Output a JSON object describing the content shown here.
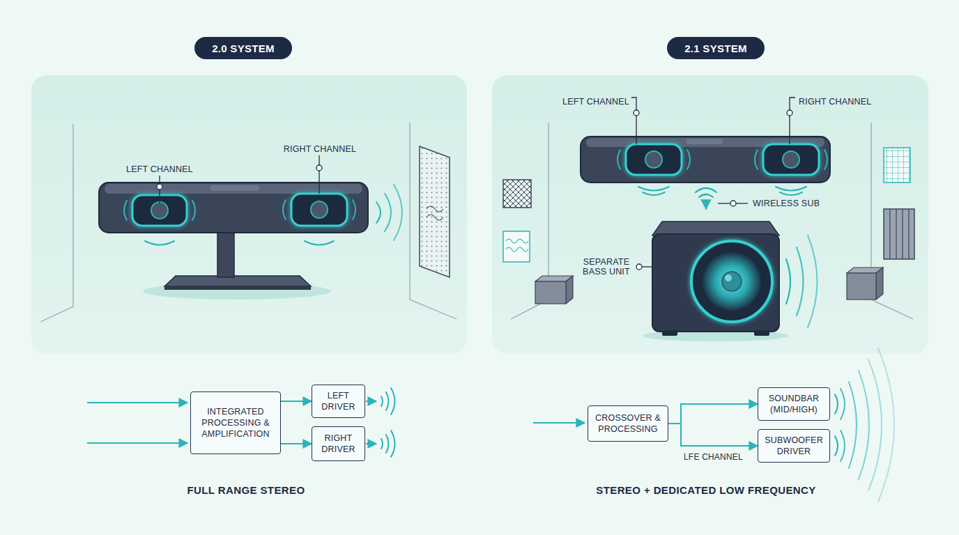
{
  "diagram": {
    "nodes": [
      {
        "text": [
          "2.0 SYSTEM"
        ]
      },
      {
        "text": [
          "2.1 SYSTEM"
        ]
      },
      {
        "text": [
          "INTEGRATED PROCESSING & AMPLIFICATION"
        ]
      },
      {
        "text": [
          "LEFT DRIVER"
        ]
      },
      {
        "text": [
          "RIGHT DRIVER"
        ]
      },
      {
        "text": [
          "CROSSOVER & PROCESSING"
        ]
      },
      {
        "text": [
          "SOUNDBAR (MID/HIGH)"
        ]
      },
      {
        "text": [
          "SUBWOOFER DRIVER"
        ]
      }
    ],
    "edges": [
      {
        "from": 2,
        "to": 3,
        "arrow": "to"
      },
      {
        "from": 2,
        "to": 4,
        "arrow": "to"
      },
      {
        "from": 5,
        "to": 6,
        "arrow": "to"
      },
      {
        "from": 5,
        "to": 7,
        "arrow": "to",
        "label": "LFE CHANNEL"
      }
    ],
    "labels": [
      "LEFT CHANNEL",
      "RIGHT CHANNEL",
      "LEFT CHANNEL",
      "RIGHT CHANNEL",
      "WIRELESS SUB",
      "SEPARATE BASS UNIT",
      "FULL RANGE STEREO",
      "STEREO + DEDICATED LOW FREQUENCY"
    ]
  }
}
